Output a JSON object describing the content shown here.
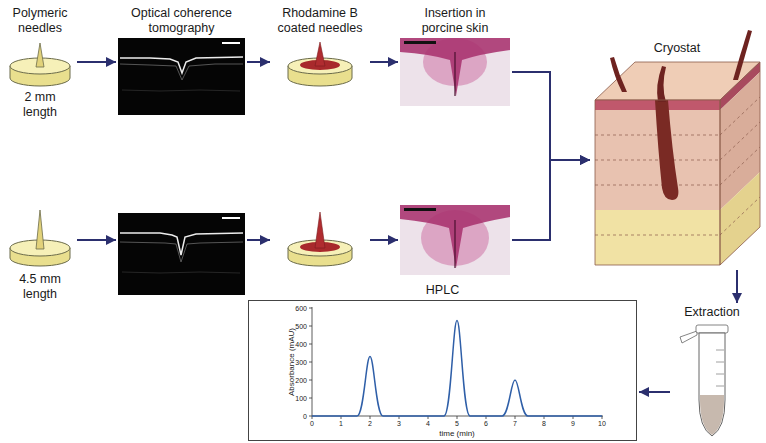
{
  "diagram": {
    "nodes": [
      {
        "text": [
          "Polymeric needles",
          "2 mm length"
        ]
      },
      {
        "text": [
          "Optical coherence tomography"
        ]
      },
      {
        "text": [
          "Rhodamine B coated needles"
        ]
      },
      {
        "text": [
          "Insertion in porcine skin"
        ]
      },
      {
        "text": [
          "4.5 mm length"
        ]
      },
      {
        "text": []
      },
      {
        "text": []
      },
      {
        "text": []
      },
      {
        "text": [
          "Cryostat"
        ]
      },
      {
        "text": [
          "Extraction"
        ]
      },
      {
        "text": [
          "HPLC"
        ]
      }
    ],
    "edges": [
      {
        "from": 0,
        "to": 1,
        "arrow": "to"
      },
      {
        "from": 1,
        "to": 2,
        "arrow": "to"
      },
      {
        "from": 2,
        "to": 3,
        "arrow": "to"
      },
      {
        "from": 3,
        "to": 8,
        "arrow": "to"
      },
      {
        "from": 4,
        "to": 5,
        "arrow": "to"
      },
      {
        "from": 5,
        "to": 6,
        "arrow": "to"
      },
      {
        "from": 6,
        "to": 7,
        "arrow": "to"
      },
      {
        "from": 7,
        "to": 8,
        "arrow": "to"
      },
      {
        "from": 8,
        "to": 9,
        "arrow": "to"
      },
      {
        "from": 9,
        "to": 10,
        "arrow": "to"
      }
    ],
    "labels": [
      "Absorbance (mAU)",
      "time (min)",
      "0",
      "100",
      "200",
      "300",
      "400",
      "500",
      "600",
      "0",
      "1",
      "2",
      "3",
      "4",
      "5",
      "6",
      "7",
      "8",
      "9",
      "10"
    ]
  }
}
